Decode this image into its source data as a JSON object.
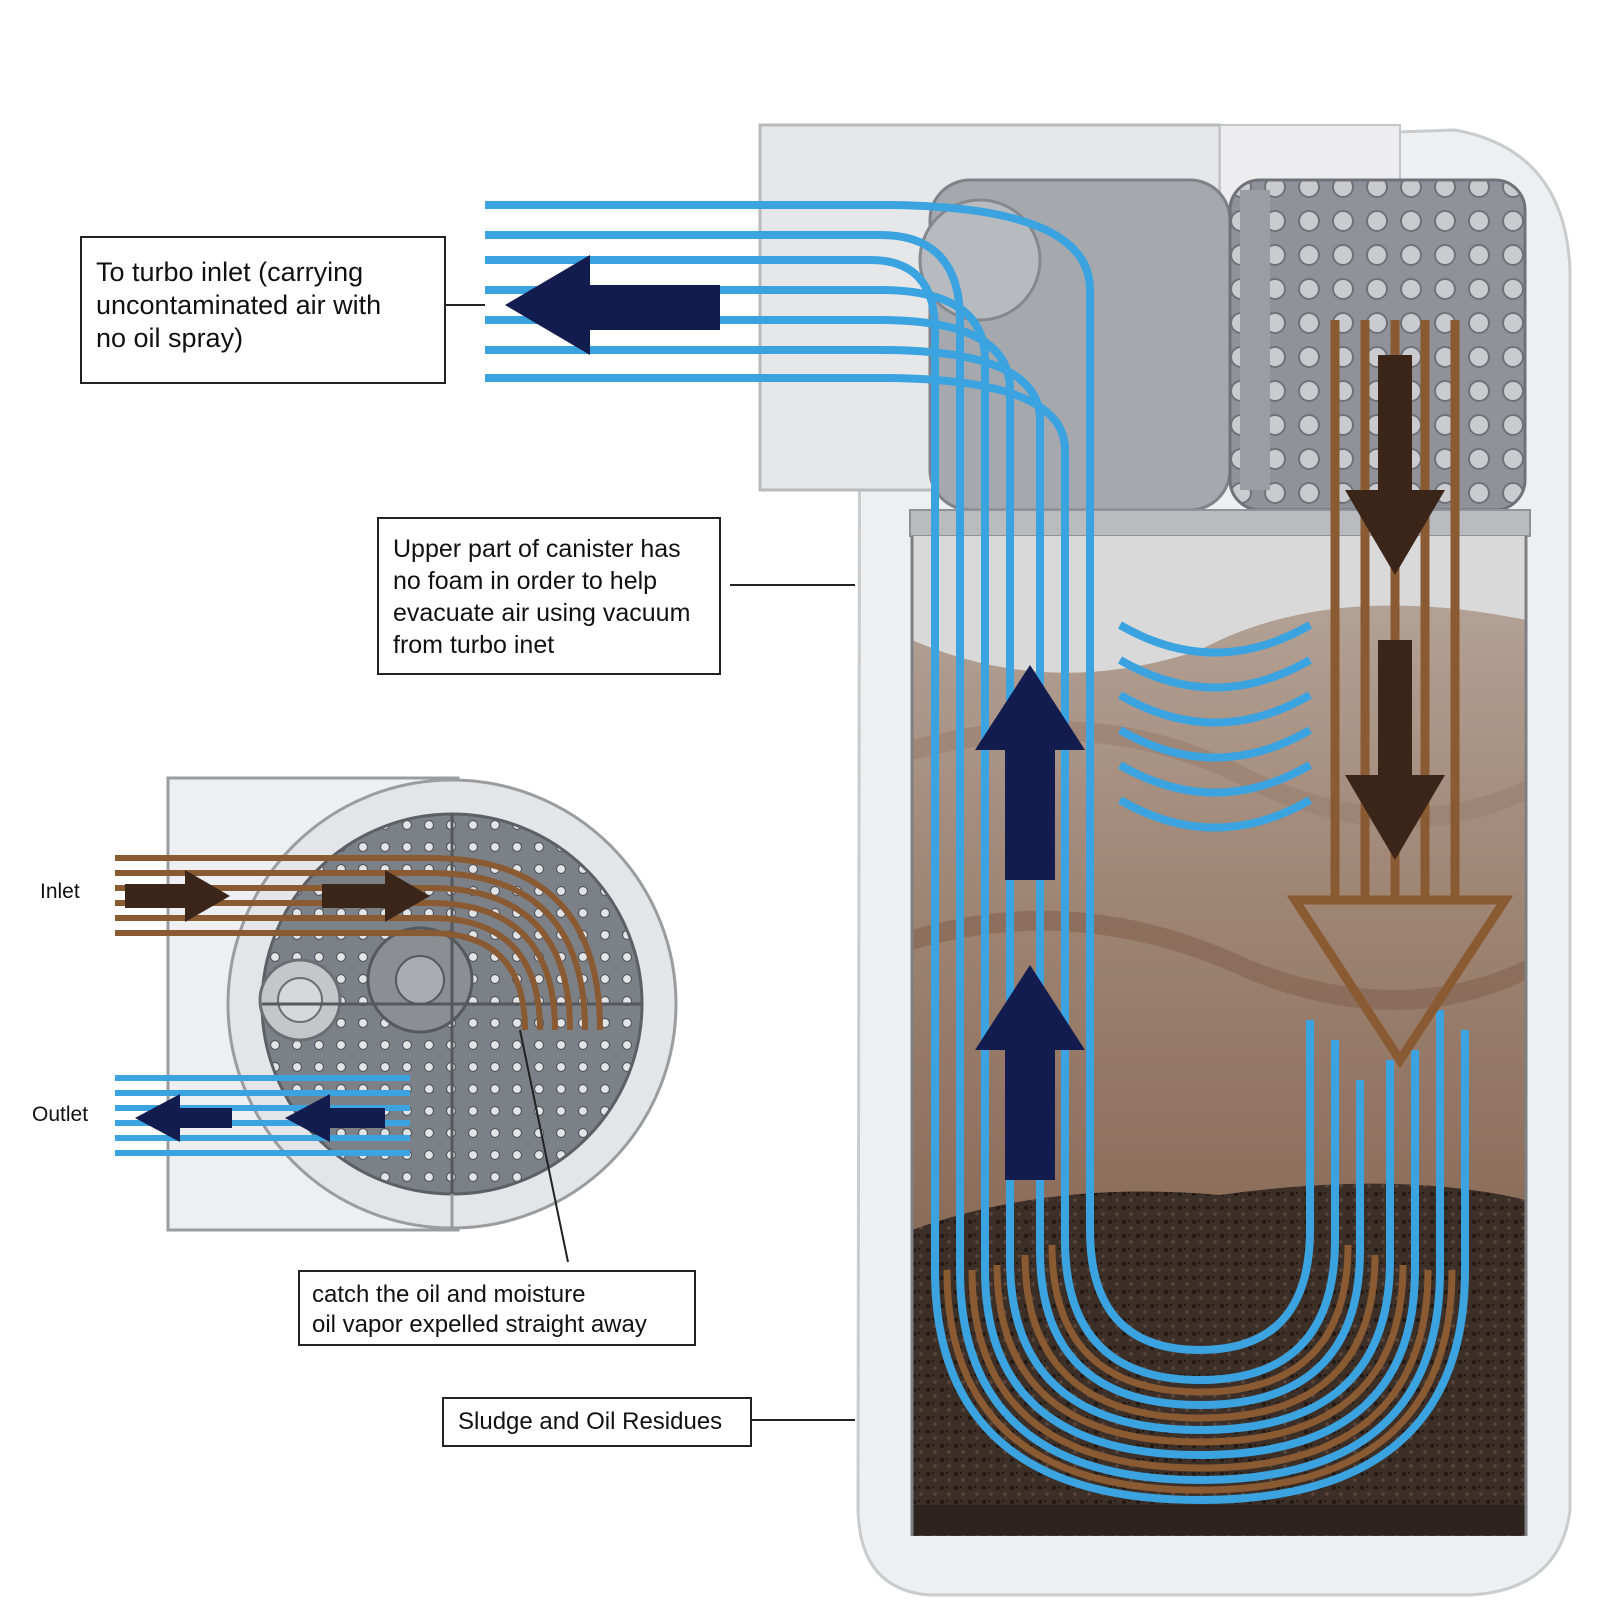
{
  "callouts": {
    "turbo_inlet": [
      "To turbo inlet (carrying",
      "uncontaminated air with",
      "no oil spray)"
    ],
    "upper_canister": [
      "Upper part of canister has",
      "no foam in order to help",
      "evacuate air using vacuum",
      "from turbo inet"
    ],
    "catch_oil": [
      "catch the oil and moisture",
      "oil vapor expelled straight away"
    ],
    "sludge": "Sludge and Oil Residues"
  },
  "labels": {
    "inlet": "Inlet",
    "outlet": "Outlet"
  },
  "colors": {
    "clean_air": "#3aa3e0",
    "dirty_flow": "#8a5a32",
    "arrow_navy": "#121c4e",
    "arrow_dark_brown": "#3b2418",
    "canister_shell": "#ecedef",
    "sludge": "#3c2f28"
  }
}
